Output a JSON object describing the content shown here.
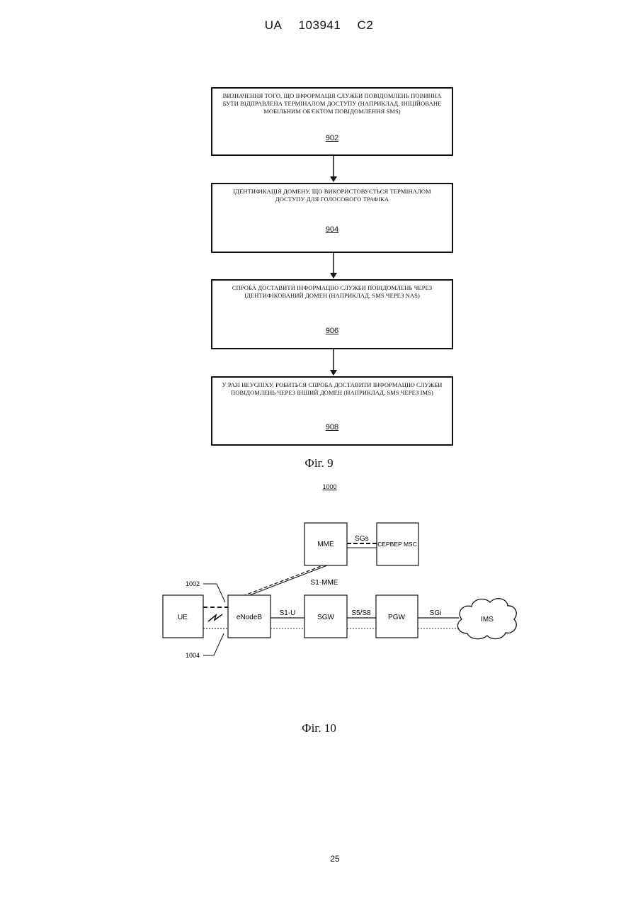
{
  "header": {
    "country": "UA",
    "number": "103941",
    "kind": "C2"
  },
  "fig9": {
    "steps": [
      {
        "text": "Визначення того, що інформація служби повідомлень повинна бути відправлена терміналом доступу (наприклад, ініційоване мобільним об'єктом повідомлення SMS)",
        "ref": "902"
      },
      {
        "text": "Ідентифікація домену, що використовується терміналом доступу для голосового трафіка",
        "ref": "904"
      },
      {
        "text": "Спроба доставити інформацію служби повідомлень через ідентифікований домен (наприклад, SMS через NAS)",
        "ref": "906"
      },
      {
        "text": "У разі неуспіху, робиться спроба доставити інформацію служби повідомлень через інший домен (наприклад, SMS через IMS)",
        "ref": "908"
      }
    ],
    "caption": "Фіг. 9"
  },
  "fig10": {
    "ref": "1000",
    "nodes": {
      "ue": "UE",
      "enodeb": "eNodeB",
      "sgw": "SGW",
      "pgw": "PGW",
      "ims": "IMS",
      "mme": "MME",
      "msc": "СЕРВЕР MSC"
    },
    "links": {
      "sgs": "SGs",
      "s1mme": "S1-MME",
      "s1u": "S1-U",
      "s5s8": "S5/S8",
      "sgi": "SGi"
    },
    "refs": {
      "r1002": "1002",
      "r1004": "1004"
    },
    "caption": "Фіг. 10"
  },
  "footer": {
    "page_number": "25"
  }
}
